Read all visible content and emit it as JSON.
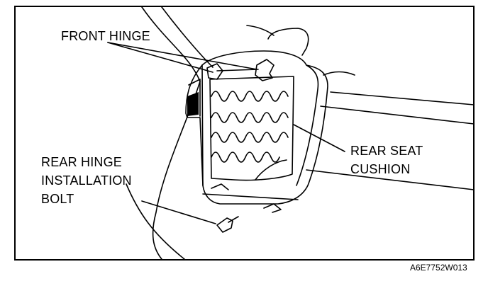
{
  "labels": {
    "front_hinge": "FRONT HINGE",
    "rear_hinge_line1": "REAR HINGE",
    "rear_hinge_line2": "INSTALLATION",
    "rear_hinge_line3": "BOLT",
    "rear_seat_line1": "REAR SEAT",
    "rear_seat_line2": "CUSHION"
  },
  "figure_code": "A6E7752W013"
}
